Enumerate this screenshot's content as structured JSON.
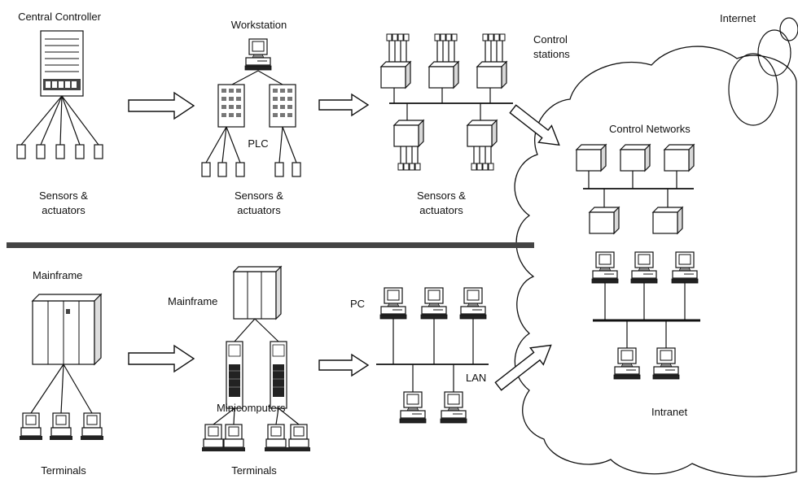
{
  "labels": {
    "central_controller": "Central Controller",
    "workstation": "Workstation",
    "control_stations_line1": "Control",
    "control_stations_line2": "stations",
    "internet": "Internet",
    "plc": "PLC",
    "control_networks": "Control Networks",
    "sensors_1_line1": "Sensors &",
    "sensors_1_line2": "actuators",
    "sensors_2_line1": "Sensors &",
    "sensors_2_line2": "actuators",
    "sensors_3_line1": "Sensors &",
    "sensors_3_line2": "actuators",
    "mainframe_1": "Mainframe",
    "mainframe_2": "Mainframe",
    "pc": "PC",
    "lan": "LAN",
    "minicomputers": "Minicomputers",
    "intranet": "Intranet",
    "terminals_1": "Terminals",
    "terminals_2": "Terminals"
  }
}
